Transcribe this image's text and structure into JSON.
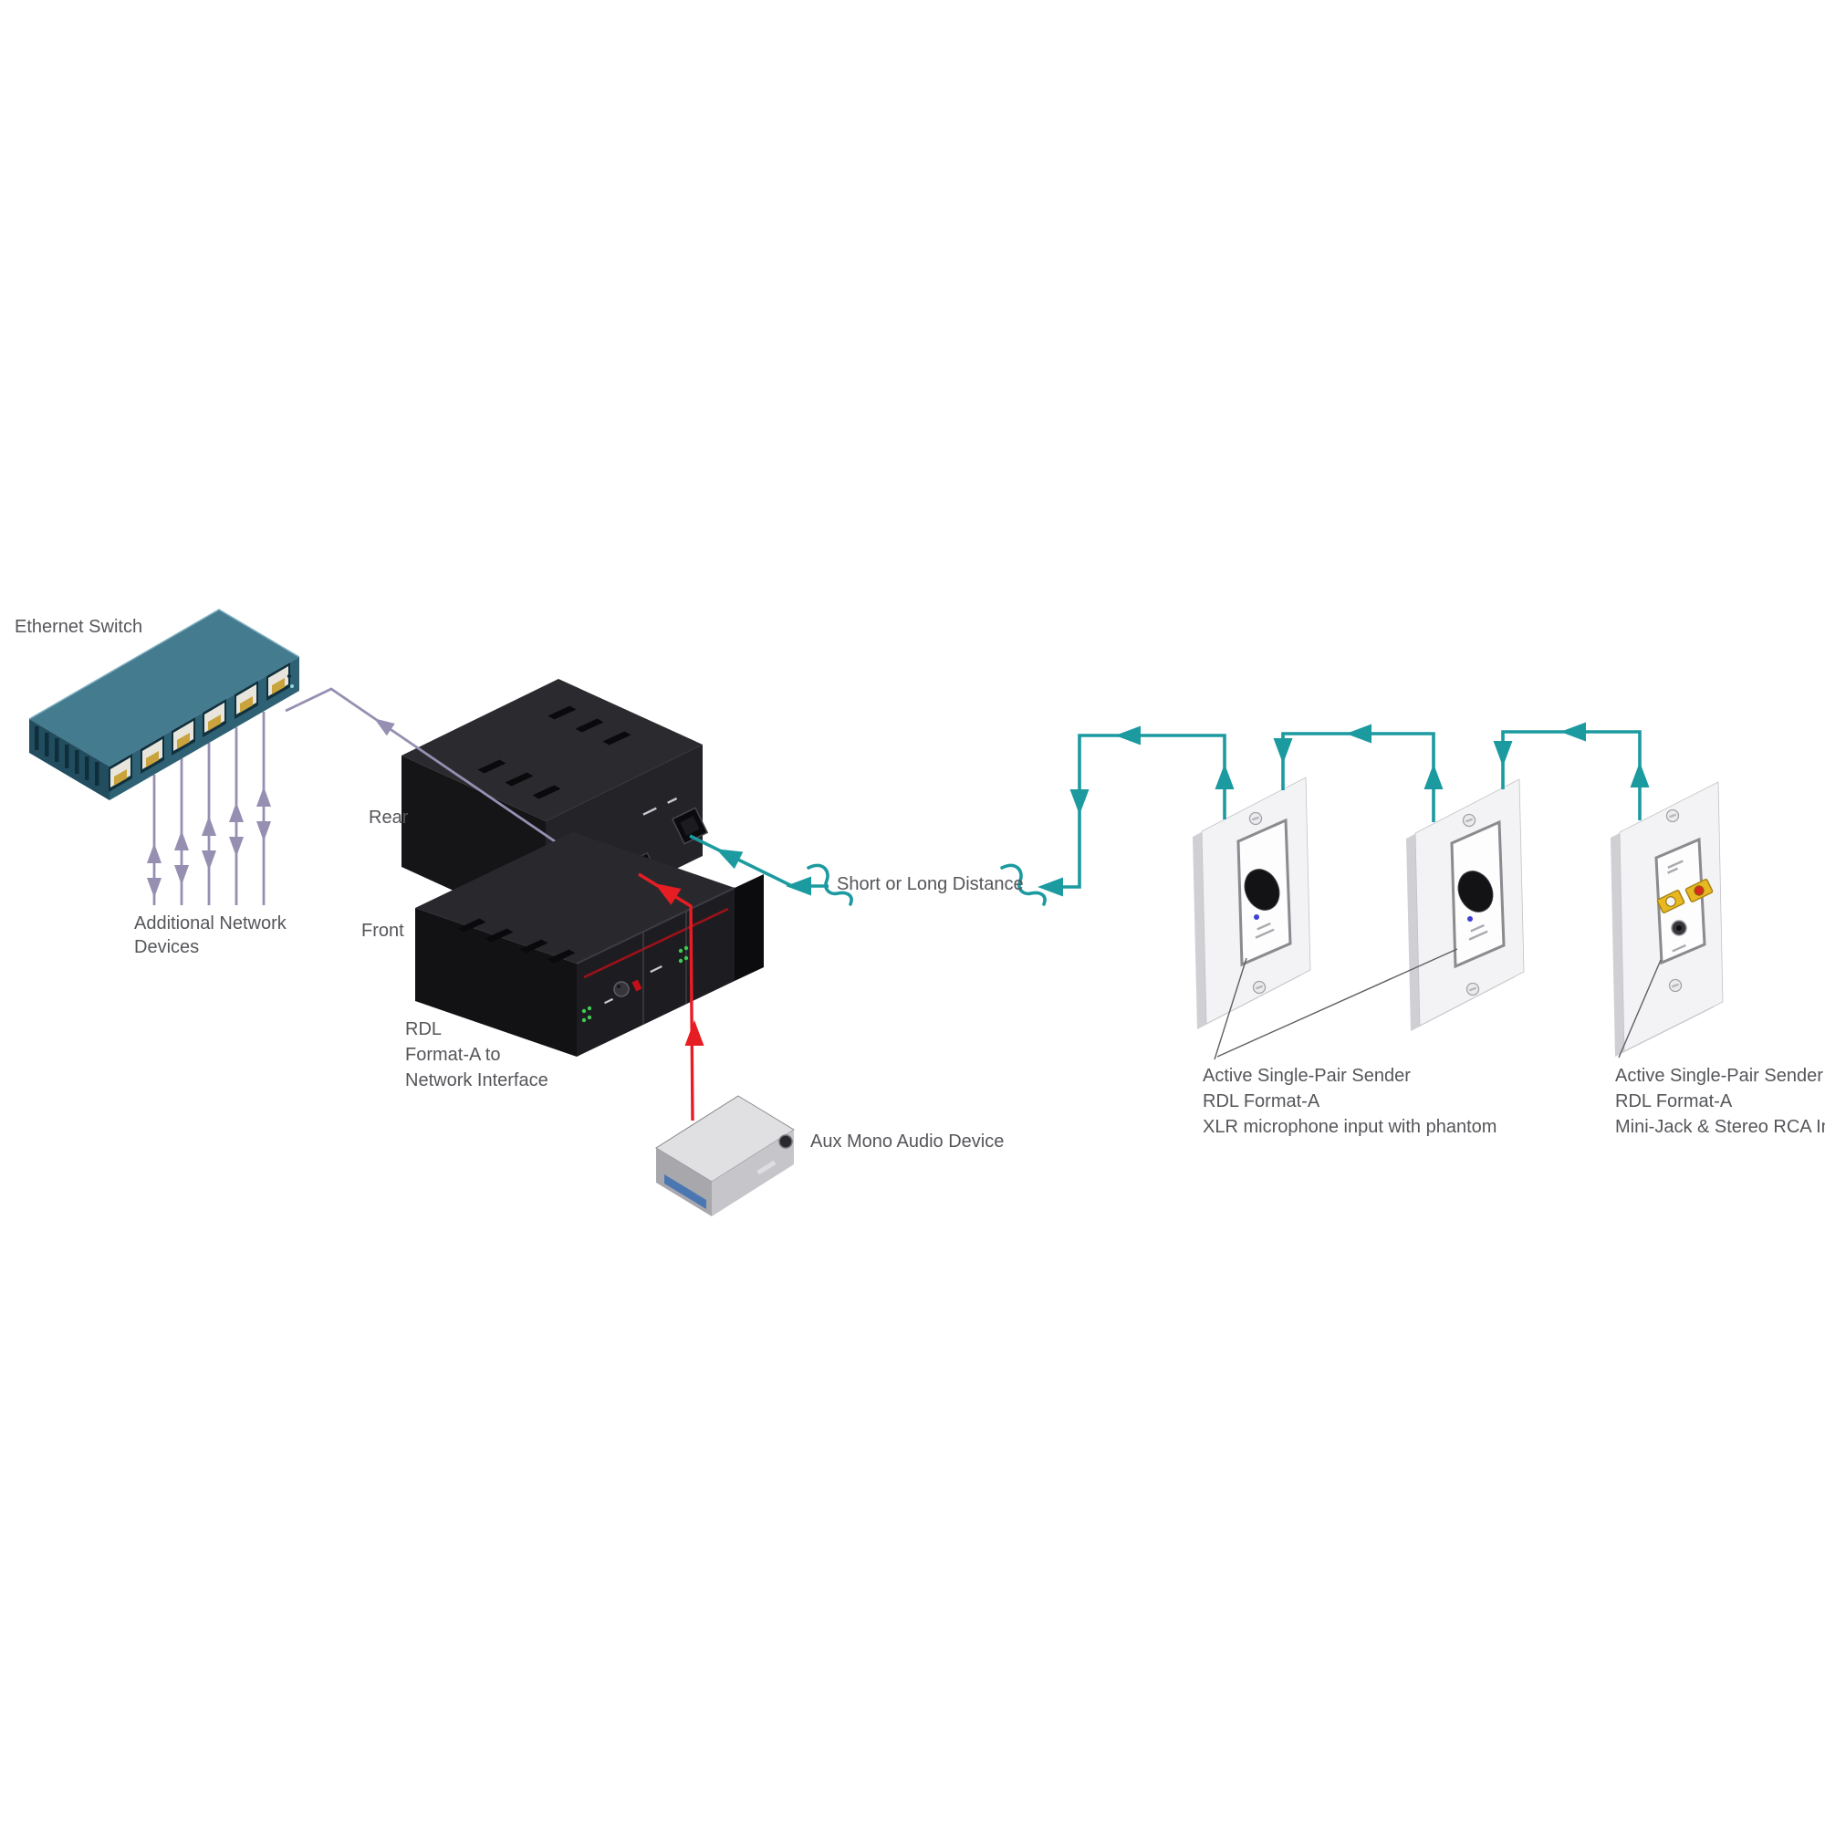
{
  "diagram": {
    "ethernet_switch": {
      "label": "Ethernet Switch"
    },
    "additional_devices": {
      "line1": "Additional Network",
      "line2": "Devices"
    },
    "interface": {
      "rear_label": "Rear",
      "front_label": "Front",
      "name_line1": "RDL",
      "name_line2": "Format-A to",
      "name_line3": "Network Interface"
    },
    "aux_device": {
      "label": "Aux Mono Audio Device"
    },
    "link": {
      "distance_label": "Short or Long Distance"
    },
    "xlr_senders": {
      "line1": "Active Single-Pair Sender",
      "line2": "RDL Format-A",
      "line3": "XLR microphone input with phantom"
    },
    "rca_sender": {
      "line1": "Active Single-Pair Sender",
      "line2": "RDL Format-A",
      "line3": "Mini-Jack & Stereo RCA In"
    },
    "colors": {
      "teal": "#1b9aa0",
      "purple": "#968fb2",
      "red": "#e71d24",
      "text": "#55565a",
      "switch_top": "#457b8f",
      "switch_front": "#2e6174",
      "switch_side": "#214d5f",
      "device_black": "#202023",
      "plate_white": "#f3f3f5"
    }
  }
}
